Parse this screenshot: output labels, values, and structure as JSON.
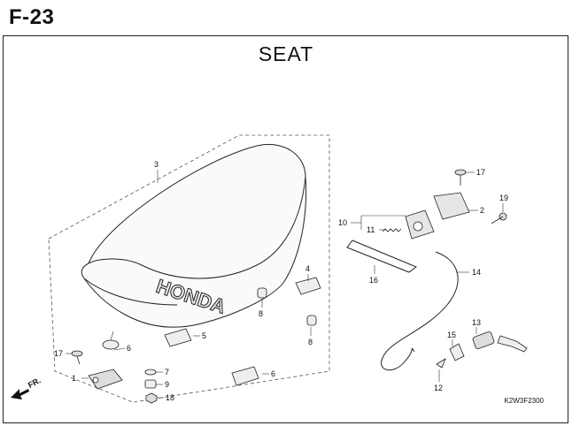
{
  "header": {
    "code": "F-23",
    "title": "SEAT"
  },
  "footer": {
    "ref": "K2W3F2300",
    "direction": "FR."
  },
  "labels": [
    "1",
    "2",
    "3",
    "4",
    "5",
    "6",
    "6",
    "7",
    "8",
    "8",
    "9",
    "10",
    "11",
    "12",
    "13",
    "14",
    "15",
    "16",
    "17",
    "17",
    "18",
    "19"
  ]
}
